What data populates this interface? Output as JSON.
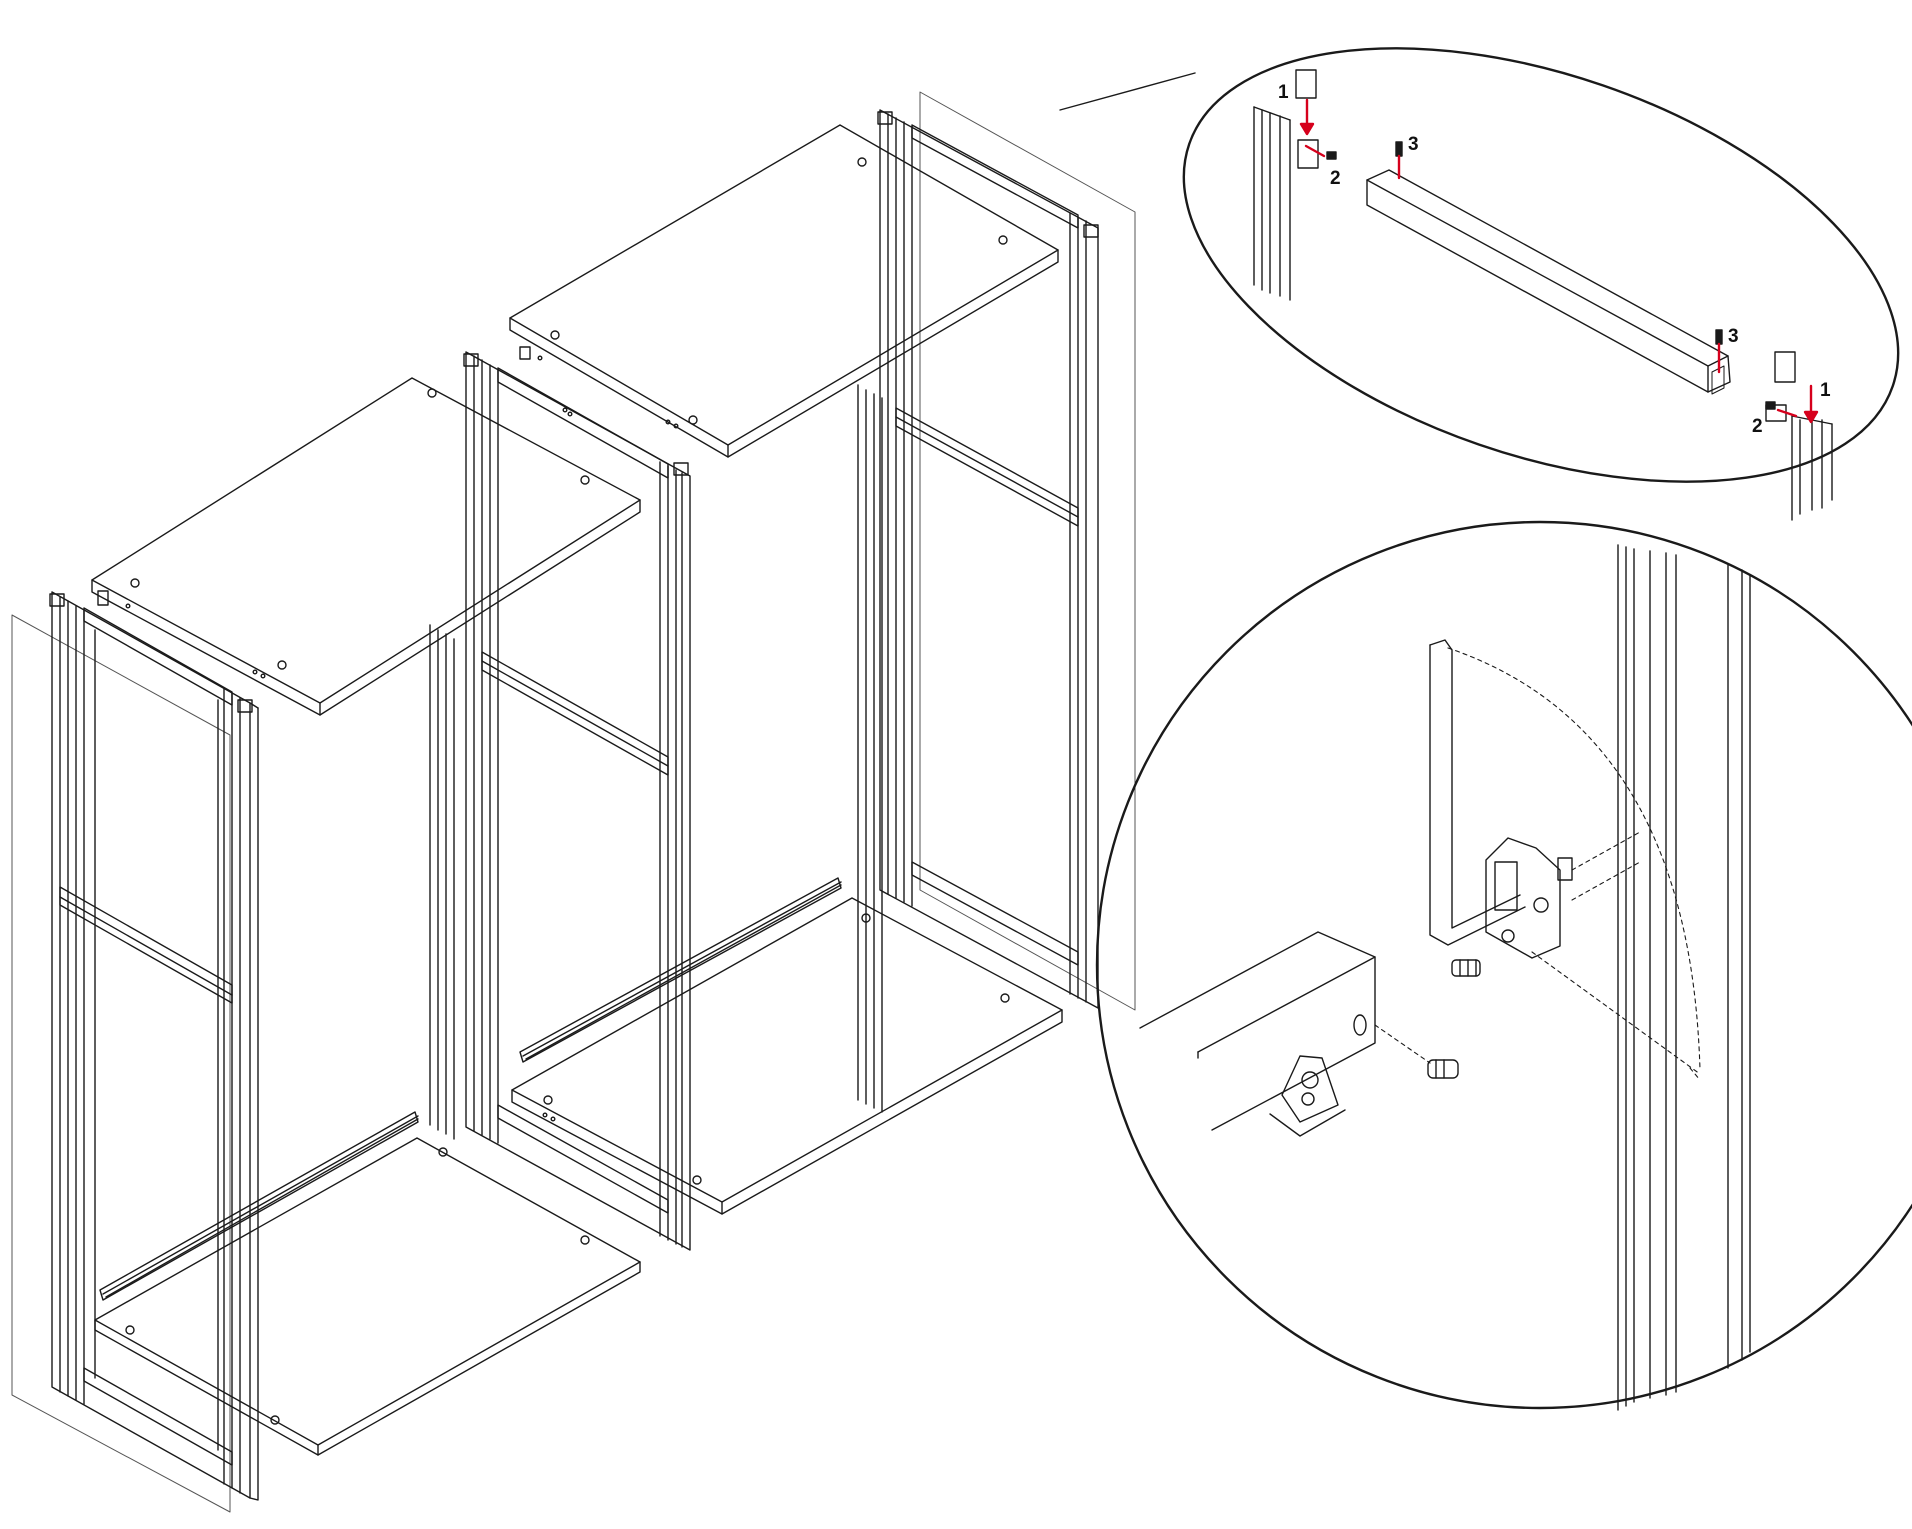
{
  "diagram": {
    "type": "exploded assembly illustration",
    "palette": {
      "line": "#1a1a1a",
      "highlight": "#d6001c",
      "background": "#ffffff"
    },
    "detail_oval": {
      "callouts": [
        {
          "text": "1",
          "side": "left"
        },
        {
          "text": "2",
          "side": "left"
        },
        {
          "text": "3",
          "side": "left"
        },
        {
          "text": "3",
          "side": "right"
        },
        {
          "text": "2",
          "side": "right"
        },
        {
          "text": "1",
          "side": "right"
        }
      ]
    }
  }
}
